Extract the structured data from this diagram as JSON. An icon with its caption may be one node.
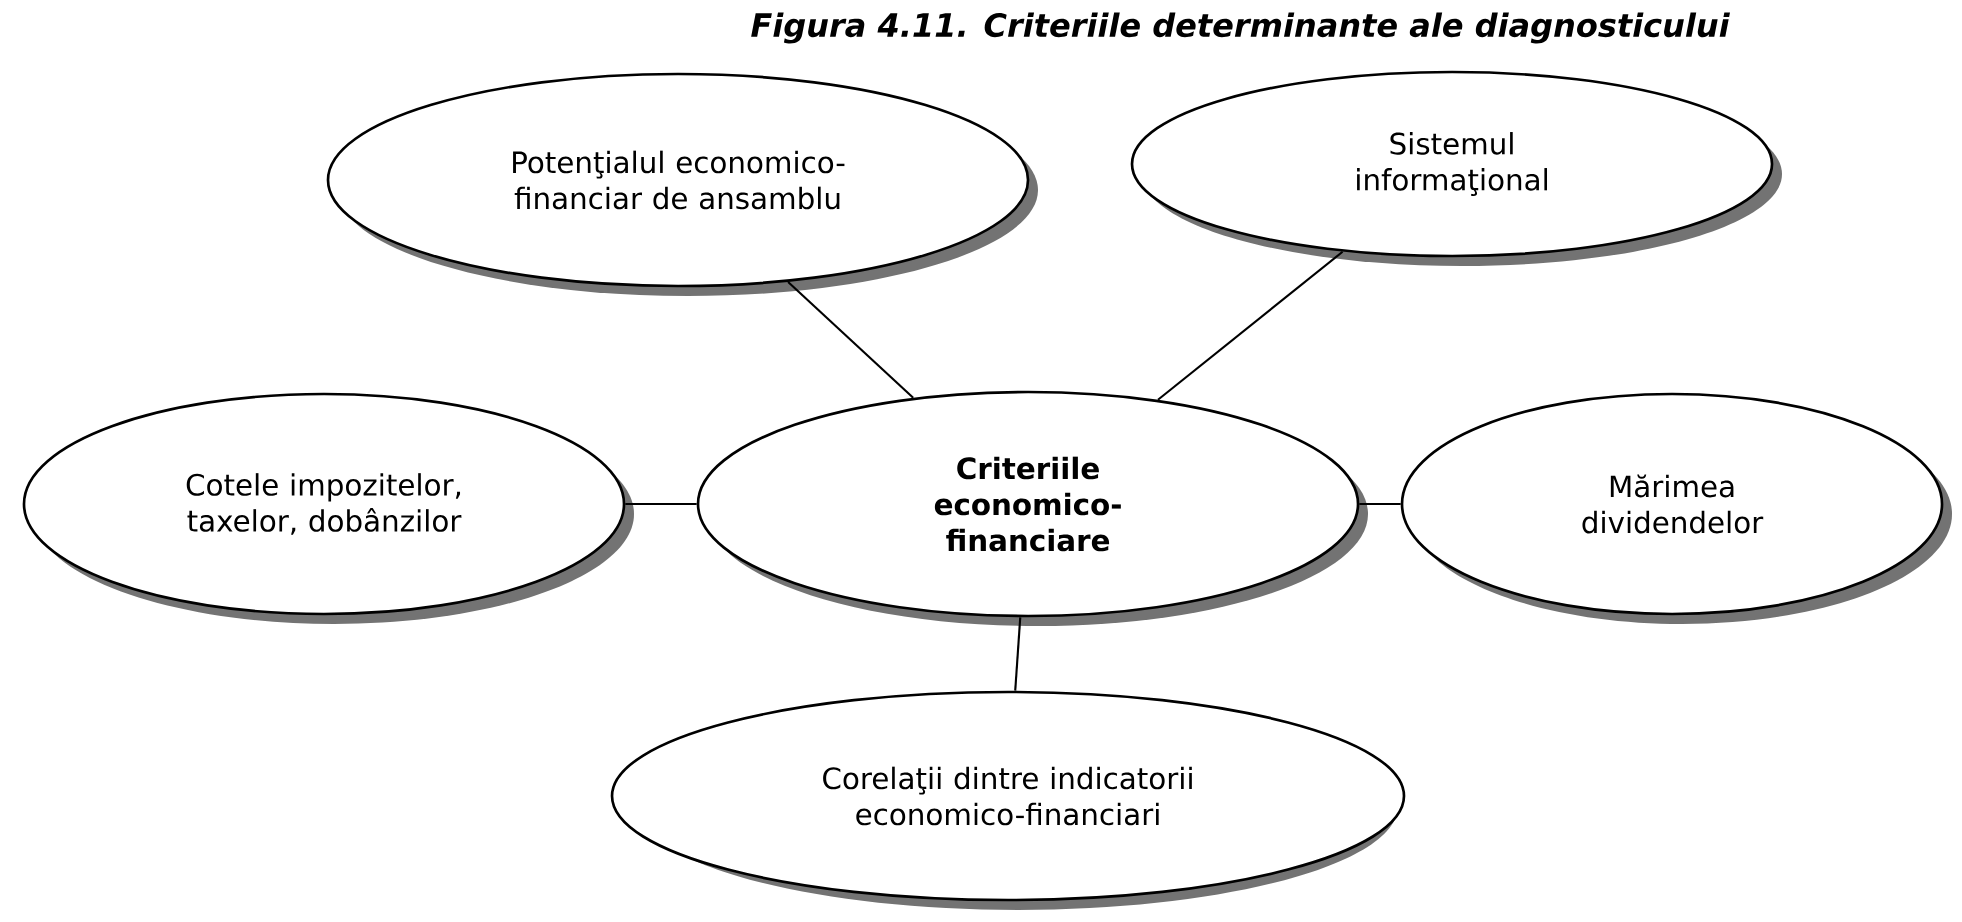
{
  "diagram": {
    "title": "Figura 4.11. Criteriile determinante ale diagnosticului",
    "nodes": [
      {
        "text": [
          "**Criteriile economico-financiare**"
        ]
      },
      {
        "text": [
          "Potenţialul economico-financiar de ansamblu"
        ]
      },
      {
        "text": [
          "Sistemul informaţional"
        ]
      },
      {
        "text": [
          "Cotele impozitelor, taxelor, dobânzilor"
        ]
      },
      {
        "text": [
          "Mărimea dividendelor"
        ]
      },
      {
        "text": [
          "Corelaţii dintre indicatorii economico-financiari"
        ]
      }
    ],
    "edges": [
      {
        "from": 0,
        "to": 1,
        "arrow": "none"
      },
      {
        "from": 0,
        "to": 2,
        "arrow": "none"
      },
      {
        "from": 0,
        "to": 3,
        "arrow": "none"
      },
      {
        "from": 0,
        "to": 4,
        "arrow": "none"
      },
      {
        "from": 0,
        "to": 5,
        "arrow": "none"
      }
    ]
  }
}
